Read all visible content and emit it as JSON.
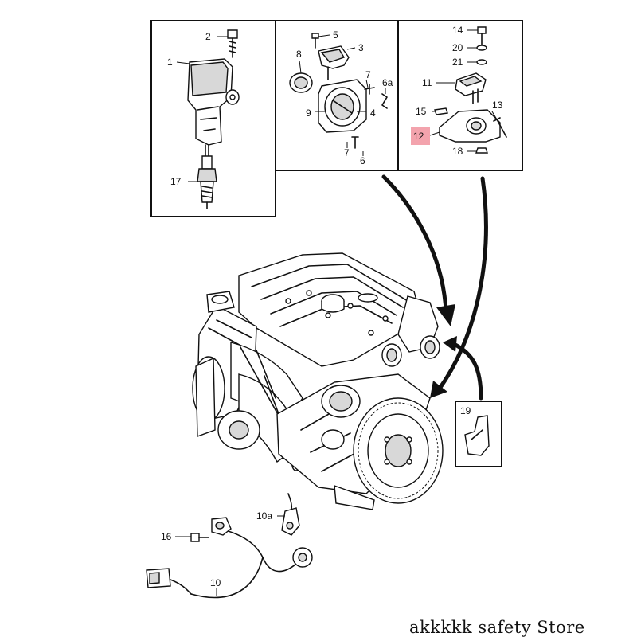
{
  "callouts": {
    "c1": "1",
    "c2": "2",
    "c3": "3",
    "c4": "4",
    "c5": "5",
    "c6": "6",
    "c6a": "6a",
    "c7a": "7",
    "c7b": "7",
    "c8": "8",
    "c9": "9",
    "c10": "10",
    "c10a": "10a",
    "c11": "11",
    "c12": "12",
    "c13": "13",
    "c14": "14",
    "c15": "15",
    "c16": "16",
    "c17": "17",
    "c18": "18",
    "c19": "19",
    "c20": "20",
    "c21": "21"
  },
  "highlight_color": "#f3a3ad",
  "watermark": "akkkkk safety Store"
}
